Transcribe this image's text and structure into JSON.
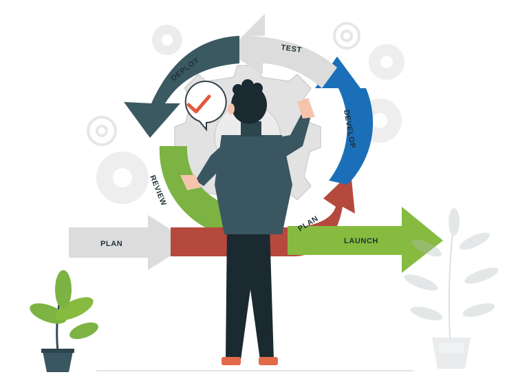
{
  "cycle": {
    "stages": {
      "deploy": "DEPLOY",
      "test": "TEST",
      "develop": "DEVELOP",
      "plan_curve": "PLAN",
      "review": "REVIEW"
    }
  },
  "arrows": {
    "plan_in": "PLAN",
    "launch_out": "LAUNCH"
  },
  "colors": {
    "deploy": "#3b5961",
    "test": "#dcdcdc",
    "develop": "#1b6fb8",
    "plan_curve": "#b5493d",
    "review": "#7cb342",
    "launch": "#86bb3f",
    "person_jacket": "#3a5660",
    "check": "#e4573d"
  },
  "icons": [
    "gear-icon",
    "checkmark-icon",
    "plant-icon",
    "pot-icon"
  ]
}
